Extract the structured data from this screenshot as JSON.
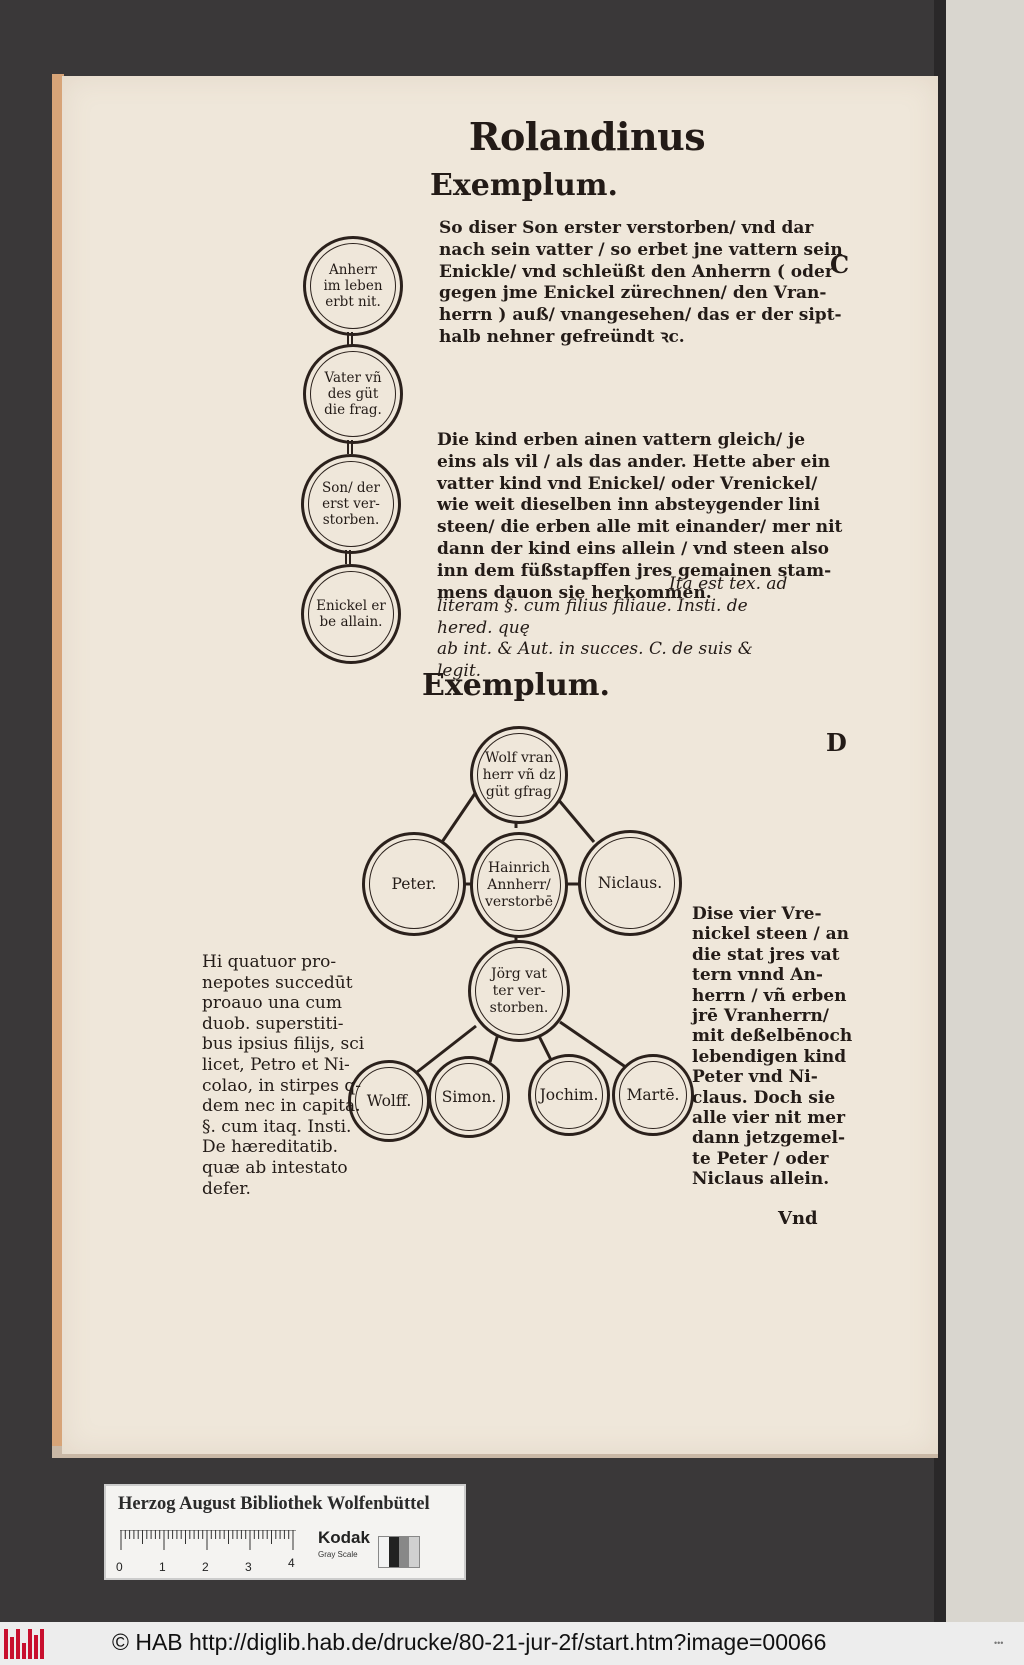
{
  "page": {
    "running_title": "Rolandinus",
    "exemplum_1": "Exemplum.",
    "exemplum_2": "Exemplum.",
    "margin_letters": {
      "c": "C",
      "d": "D"
    },
    "paragraph_1": "So diser Son erster verstorben/ vnd dar\nnach sein vatter / so erbet jne vattern sein\nEnickle/ vnd schleüßt den Anherrn ( oder\ngegen jme Enickel zürechnen/ den Vran-\nherrn ) auß/ vnangesehen/ das er der sipt-\nhalb nehner gefreündt ꝛc.",
    "paragraph_2": "Die kind erben ainen vattern gleich/ je\neins als vil / als das ander. Hette aber ein\nvatter kind vnd Enickel/ oder Vrenickel/\nwie weit dieselben inn absteygender lini\nsteen/ die erben alle mit einander/ mer nit\ndann der kind eins allein / vnd steen also\ninn dem füßstapffen jres gemainen stam-\nmens dauon sie herkommen.",
    "paragraph_2_latin": "Ita est tex. ad\nliteram §. cum filius filiaue. Insti. de hered. quę\nab int. & Aut. in succes. C. de suis & legit.",
    "chain_nodes": [
      "Anherr\nim leben\nerbt nit.",
      "Vater vñ\ndes güt\ndie frag.",
      "Son/ der\nerst ver-\nstorben.",
      "Enickel er\nbe allain."
    ],
    "tree_nodes": {
      "root": "Wolf vran\nherr vñ dz\ngüt gfrag",
      "left": "Peter.",
      "center": "Hainrich\nAnnherr/\nverstorbē",
      "right": "Niclaus.",
      "mid": "Jörg vat\nter ver-\nstorben.",
      "leaf_1": "Wolff.",
      "leaf_2": "Simon.",
      "leaf_3": "Jochim.",
      "leaf_4": "Martē."
    },
    "latin_note": "Hi quatuor pro-\nnepotes succedūt\nproauo una cum\nduob. superstiti-\nbus ipsius filijs, sci\nlicet, Petro et Ni-\ncolao, in stirpes q-\ndem nec in capita.\n§. cum itaq. Insti.\nDe hæreditatib.\nquæ ab intestato\ndefer.",
    "german_note": "Dise vier Vre-\nnickel steen / an\ndie stat jres vat\ntern vnnd An-\nherrn / vñ erben\njrē Vranherrn/\nmit deßelbēnoch\nlebendigen kind\nPeter vnd Ni-\nclaus. Doch sie\nalle vier nit mer\ndann jetzgemel-\nte Peter / oder\nNiclaus allein.",
    "catchword": "Vnd"
  },
  "card": {
    "library": "Herzog August Bibliothek Wolfenbüttel",
    "brand": "Kodak",
    "subtitle": "Gray Scale",
    "ruler_numbers": [
      "0",
      "1",
      "2",
      "3",
      "4"
    ]
  },
  "footer": {
    "text": "© HAB http://diglib.hab.de/drucke/80-21-jur-2f/start.htm?image=00066",
    "dots": "•••"
  },
  "colors": {
    "paper": "#efe7da",
    "ink": "#231b17",
    "backdrop": "#3a3839",
    "hab_red": "#c8102e"
  }
}
